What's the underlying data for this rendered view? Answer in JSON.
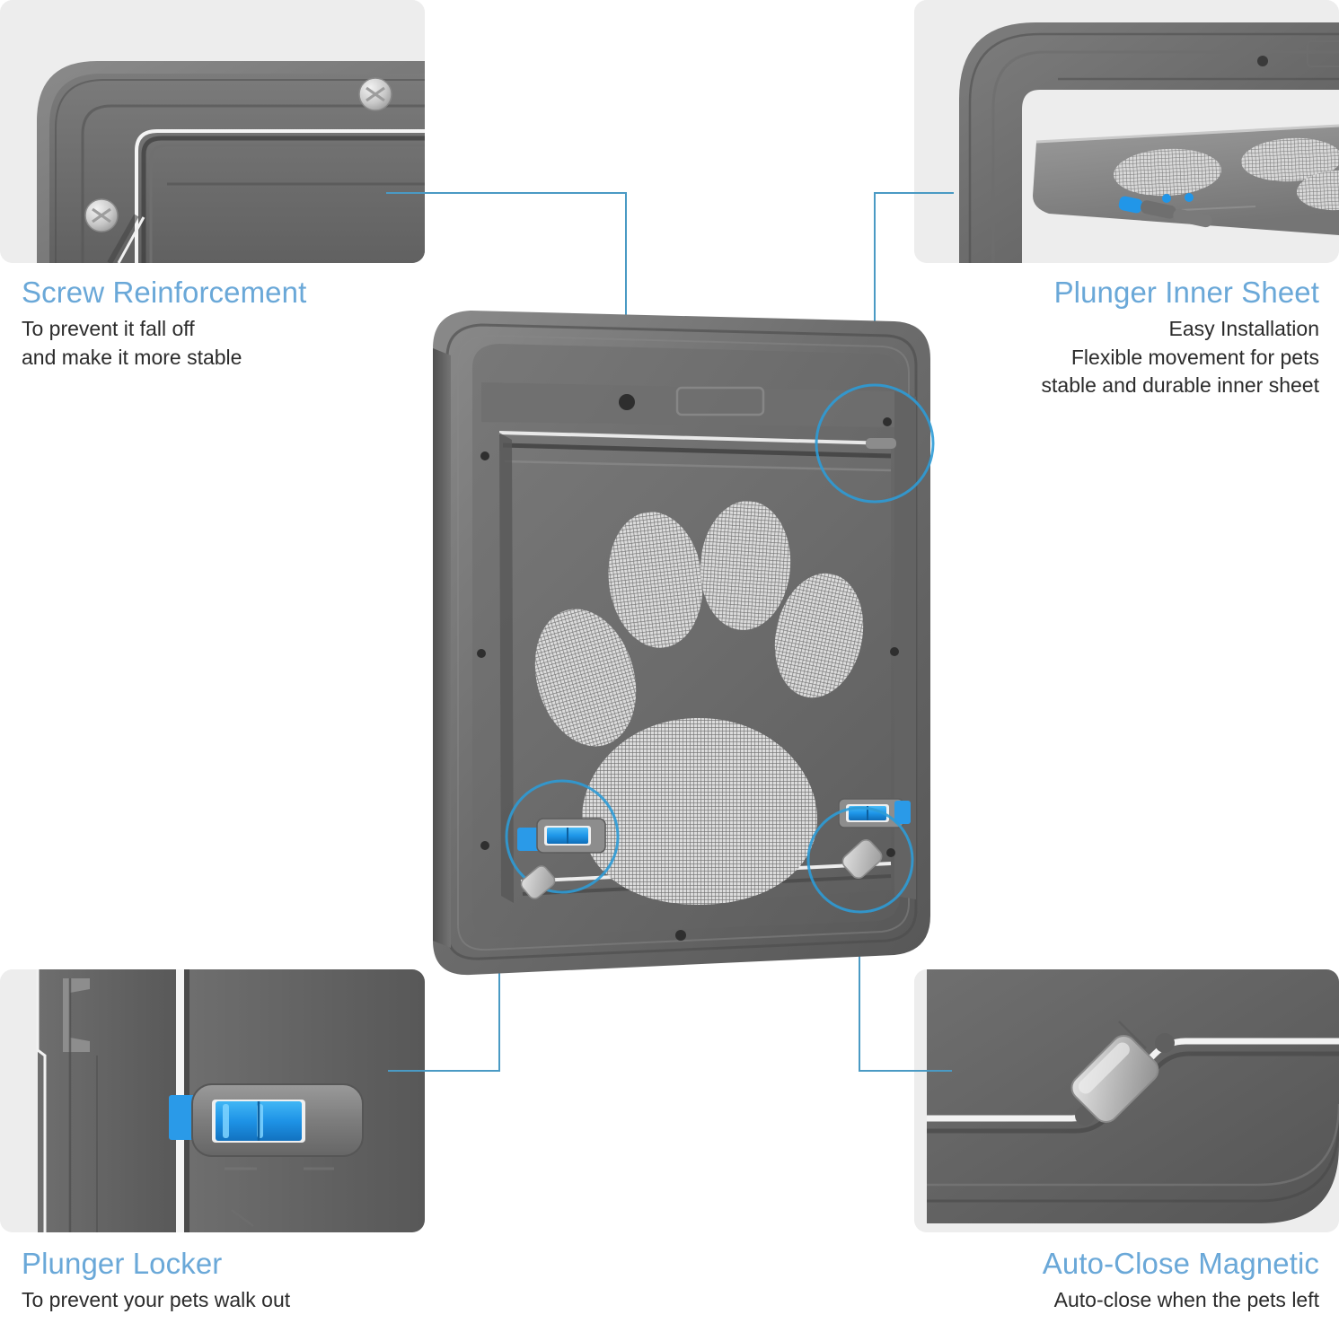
{
  "theme": {
    "heading_color": "#6aa8d8",
    "body_text_color": "#2b2b2b",
    "leader_line_color": "#4a9ac4",
    "panel_background": "#ededed",
    "page_background": "#ffffff",
    "product_body_gray": "#6b6b6b",
    "product_frame_gray": "#5e5e5e",
    "accent_blue": "#2196e8"
  },
  "features": [
    {
      "id": "screw-reinforcement",
      "title": "Screw Reinforcement",
      "description": "To prevent it fall off\nand make it more stable",
      "align": "left",
      "photo": "door-corner-with-screws"
    },
    {
      "id": "plunger-inner-sheet",
      "title": "Plunger Inner Sheet",
      "description": "Easy Installation\nFlexible movement for pets\nstable and durable inner sheet",
      "align": "right",
      "photo": "inner-sheet-swinging-open"
    },
    {
      "id": "plunger-locker",
      "title": "Plunger Locker",
      "description": "To prevent your pets walk out",
      "align": "left",
      "photo": "blue-slider-lock-closeup"
    },
    {
      "id": "auto-close-magnetic",
      "title": "Auto-Close Magnetic",
      "description": "Auto-close when the pets left",
      "align": "right",
      "photo": "corner-magnet-block-closeup"
    }
  ],
  "product": {
    "name": "magnetic-pet-screen-door",
    "paw_pads": 5,
    "locker_sliders": 2,
    "magnet_blocks": 2
  }
}
